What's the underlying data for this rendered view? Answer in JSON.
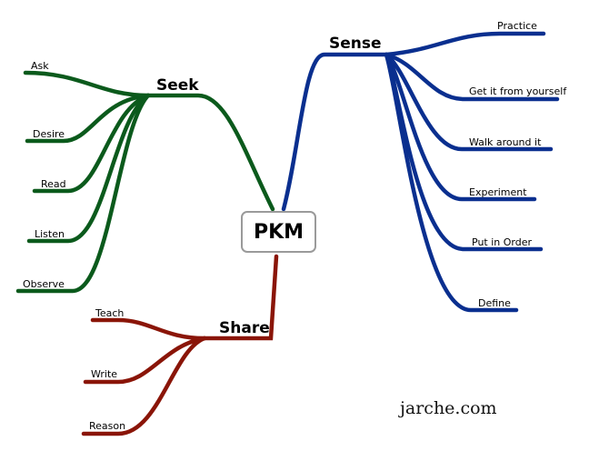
{
  "center": {
    "label": "PKM"
  },
  "colors": {
    "seek": "#0b5a1c",
    "sense": "#0a2f8f",
    "share": "#8a1508",
    "center_border": "#9a9a9a"
  },
  "branches": {
    "seek": {
      "label": "Seek",
      "children": [
        "Ask",
        "Desire",
        "Read",
        "Listen",
        "Observe"
      ]
    },
    "sense": {
      "label": "Sense",
      "children": [
        "Practice",
        "Get it  from yourself",
        "Walk around it",
        "Experiment",
        "Put in Order",
        "Define"
      ]
    },
    "share": {
      "label": "Share",
      "children": [
        "Teach",
        "Write",
        "Reason"
      ]
    }
  },
  "credit": "jarche.com"
}
